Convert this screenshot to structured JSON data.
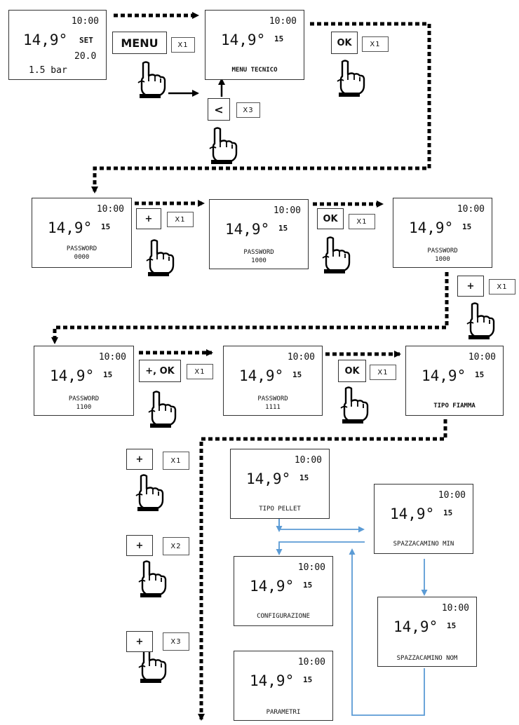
{
  "colors": {
    "flow_arrow": "#000000",
    "cycle_arrow": "#5b9bd5"
  },
  "screens": {
    "home": {
      "time": "10:00",
      "temp": "14,9°",
      "set": "SET",
      "set_value": "20.0",
      "pressure": "1.5 bar"
    },
    "menu_tecnico": {
      "time": "10:00",
      "temp": "14,9°",
      "sub": "15",
      "label": "MENU TECNICO"
    },
    "password_1": {
      "time": "10:00",
      "temp": "14,9°",
      "sub": "15",
      "label": "PASSWORD",
      "code": "0000"
    },
    "password_2": {
      "time": "10:00",
      "temp": "14,9°",
      "sub": "15",
      "label": "PASSWORD",
      "code": "1000"
    },
    "password_3": {
      "time": "10:00",
      "temp": "14,9°",
      "sub": "15",
      "label": "PASSWORD",
      "code": "1000"
    },
    "password_4": {
      "time": "10:00",
      "temp": "14,9°",
      "sub": "15",
      "label": "PASSWORD",
      "code": "1100"
    },
    "password_5": {
      "time": "10:00",
      "temp": "14,9°",
      "sub": "15",
      "label": "PASSWORD",
      "code": "1111"
    },
    "tipo_fiamma": {
      "time": "10:00",
      "temp": "14,9°",
      "sub": "15",
      "label": "TIPO FIAMMA"
    },
    "tipo_pellet": {
      "time": "10:00",
      "temp": "14,9°",
      "sub": "15",
      "label": "TIPO PELLET"
    },
    "configurazione": {
      "time": "10:00",
      "temp": "14,9°",
      "sub": "15",
      "label": "CONFIGURAZIONE"
    },
    "parametri": {
      "time": "10:00",
      "temp": "14,9°",
      "sub": "15",
      "label": "PARAMETRI"
    },
    "spazzacamino_min": {
      "time": "10:00",
      "temp": "14,9°",
      "sub": "15",
      "label": "SPAZZACAMINO MIN"
    },
    "spazzacamino_nom": {
      "time": "10:00",
      "temp": "14,9°",
      "sub": "15",
      "label": "SPAZZACAMINO NOM"
    }
  },
  "buttons": {
    "menu": {
      "label": "MENU",
      "count": "X1"
    },
    "back": {
      "label": "<",
      "count": "X3"
    },
    "ok_1": {
      "label": "OK",
      "count": "X1"
    },
    "plus_1": {
      "label": "+",
      "count": "X1"
    },
    "ok_2": {
      "label": "OK",
      "count": "X1"
    },
    "plus_2": {
      "label": "+",
      "count": "X1"
    },
    "plus_ok": {
      "label": "+, OK",
      "count": "X1"
    },
    "ok_3": {
      "label": "OK",
      "count": "X1"
    },
    "plus_x1": {
      "label": "+",
      "count": "X1"
    },
    "plus_x2": {
      "label": "+",
      "count": "X2"
    },
    "plus_x3": {
      "label": "+",
      "count": "X3"
    }
  }
}
